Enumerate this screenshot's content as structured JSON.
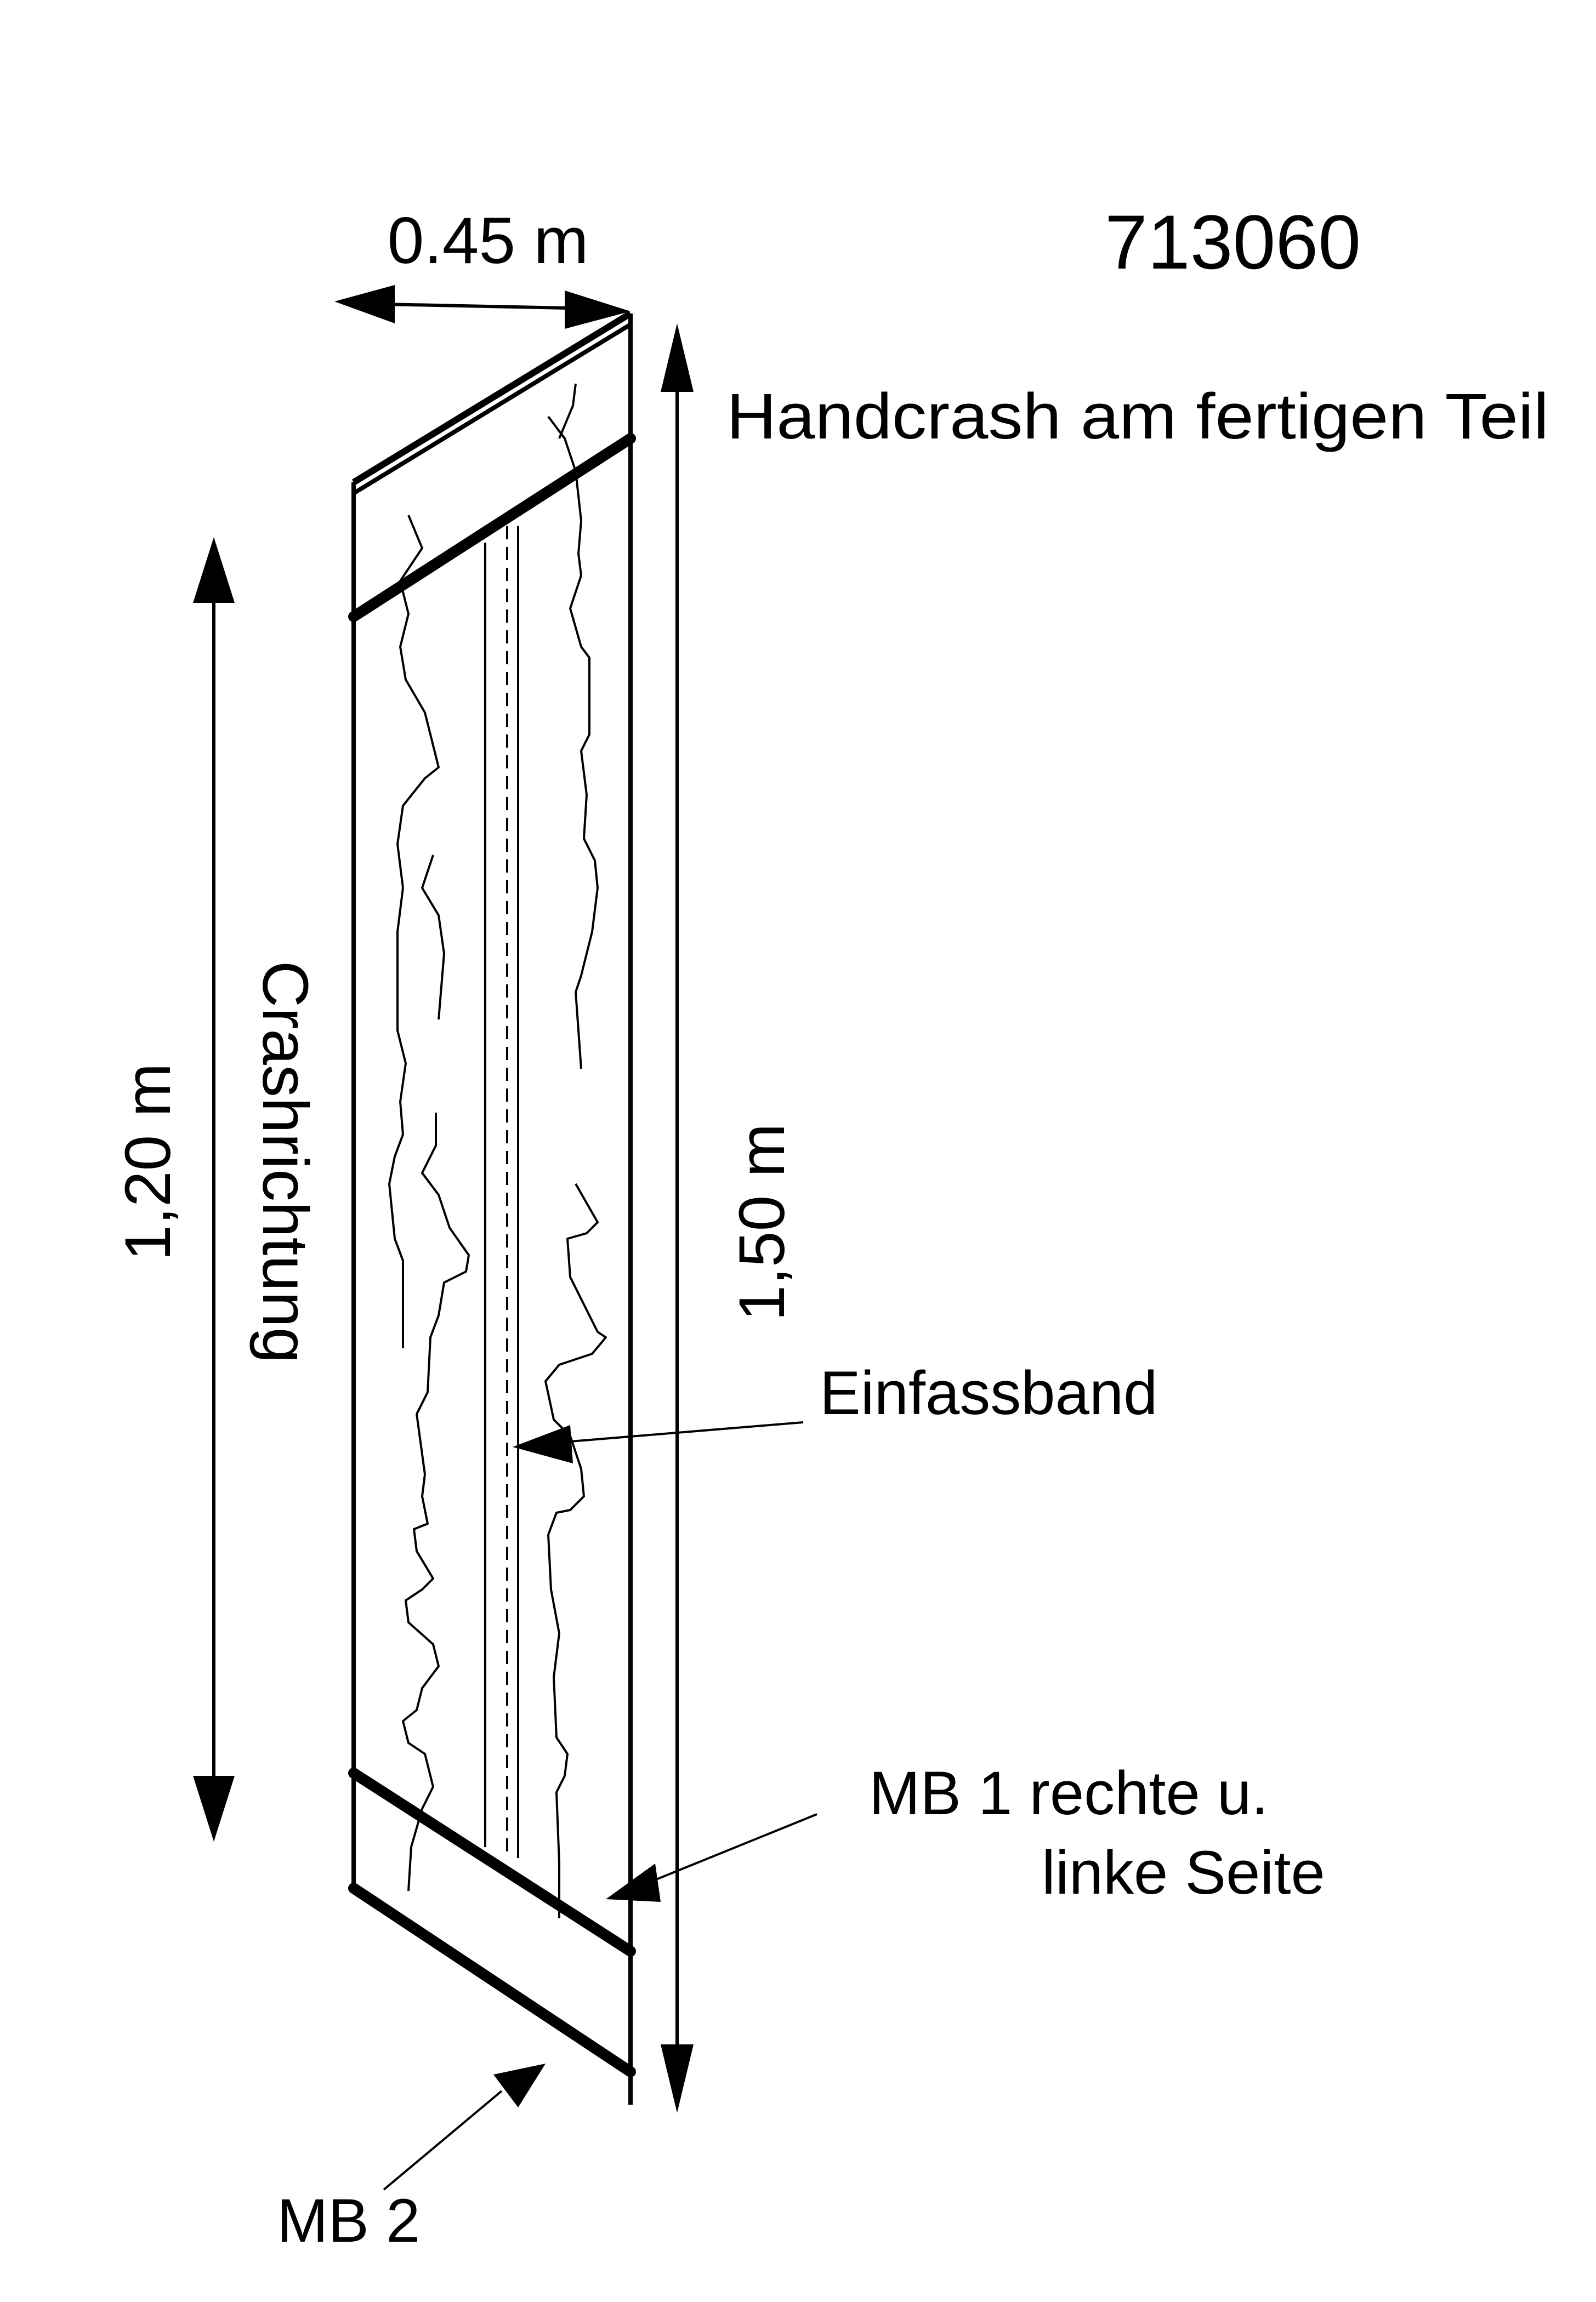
{
  "drawing": {
    "id_number": "713060",
    "title": "Handcrash am fertigen Teil",
    "width_label": "0.45 m",
    "length_total_label": "1,50 m",
    "length_crash_label": "1,20 m",
    "direction_label": "Crashrichtung",
    "binding_tape_label": "Einfassband",
    "mb1_label_line1": "MB 1 rechte u.",
    "mb1_label_line2": "linke Seite",
    "mb2_label": "MB 2"
  },
  "colors": {
    "ink": "#000000",
    "paper": "#ffffff"
  }
}
